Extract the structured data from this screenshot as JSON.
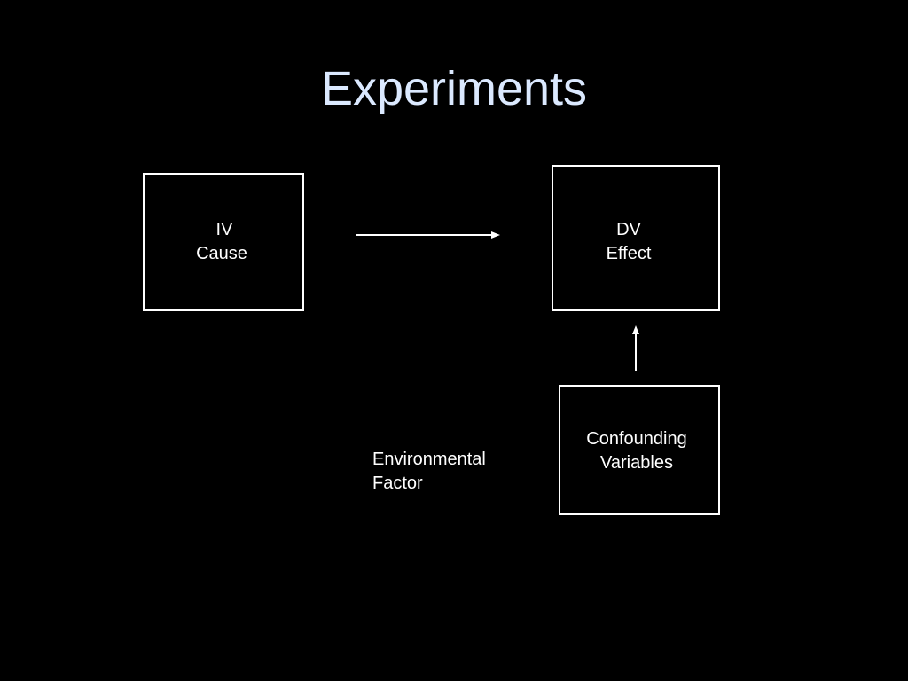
{
  "slide": {
    "title": "Experiments",
    "title_color": "#dbe9ff",
    "background": "#000000"
  },
  "diagram": {
    "iv_box": {
      "line1": "IV",
      "line2": "Cause"
    },
    "dv_box": {
      "line1": "DV",
      "line2": "Effect"
    },
    "confounding_box": {
      "line1": "Confounding",
      "line2": "Variables"
    },
    "environmental_label": {
      "line1": "Environmental",
      "line2": "Factor"
    },
    "edges": [
      {
        "from": "iv_box",
        "to": "dv_box"
      },
      {
        "from": "confounding_box",
        "to": "dv_box"
      }
    ]
  }
}
